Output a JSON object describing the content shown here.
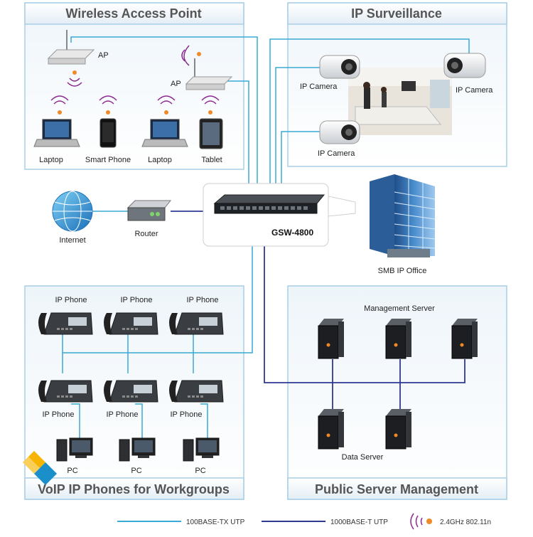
{
  "panels": {
    "wireless": "Wireless Access Point",
    "surveillance": "IP Surveillance",
    "voip": "VoIP IP Phones for Workgroups",
    "server": "Public Server Management"
  },
  "wireless": {
    "ap_label": "AP",
    "devices": [
      "Laptop",
      "Smart Phone",
      "Laptop",
      "Tablet"
    ]
  },
  "camera_label": "IP Camera",
  "network": {
    "internet": "Internet",
    "router": "Router",
    "switch_model": "GSW-4800",
    "office": "SMB IP Office"
  },
  "voip": {
    "phone_label": "IP Phone",
    "pc_label": "PC"
  },
  "servers": {
    "management": "Management Server",
    "data": "Data Server"
  },
  "legend": {
    "fast": "100BASE-TX UTP",
    "gigabit": "1000BASE-T UTP",
    "wireless": "2.4GHz 802.11n"
  },
  "colors": {
    "fast_line": "#39a9d6",
    "gigabit_line": "#2e3a92",
    "panel_border": "#a9cfe6",
    "title_text": "#555555",
    "wifi_accent": "#8a2a8e"
  }
}
